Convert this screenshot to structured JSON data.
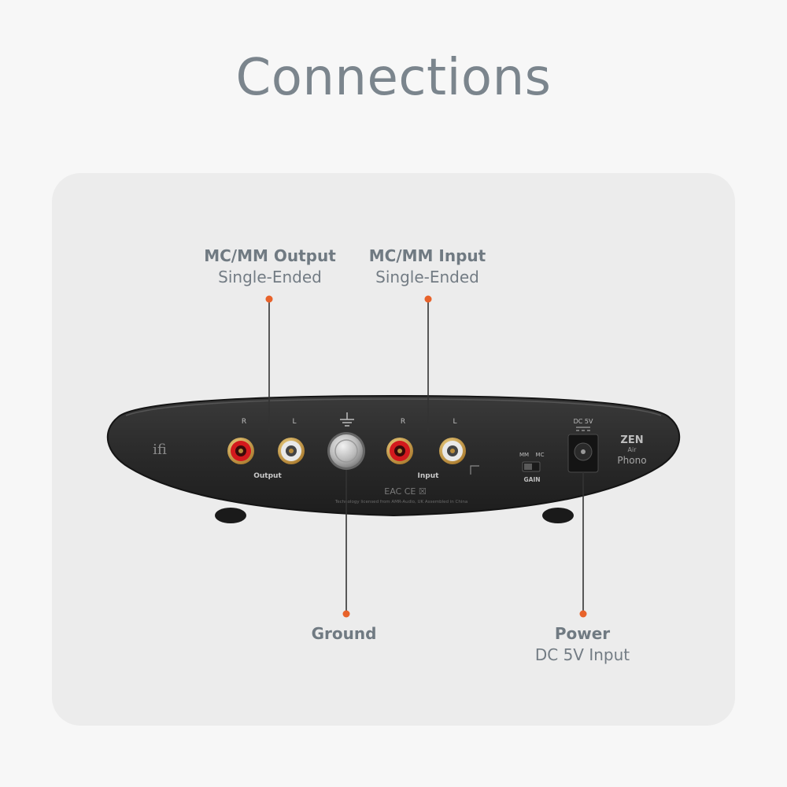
{
  "title": "Connections",
  "callouts": {
    "output": {
      "title": "MC/MM Output",
      "subtitle": "Single-Ended"
    },
    "input": {
      "title": "MC/MM Input",
      "subtitle": "Single-Ended"
    },
    "ground": {
      "title": "Ground"
    },
    "power": {
      "title": "Power",
      "subtitle": "DC 5V Input"
    }
  },
  "device": {
    "brand": "ifi",
    "model_line1": "ZEN",
    "model_line2": "Air",
    "model_line3": "Phono",
    "label_r_output": "R",
    "label_l_output": "L",
    "label_output": "Output",
    "label_r_input": "R",
    "label_l_input": "L",
    "label_input": "Input",
    "label_mm": "MM",
    "label_mc": "MC",
    "label_gain": "GAIN",
    "label_dc": "DC 5V",
    "certs": "EAC CE ☒",
    "fineprint": "Technology licensed from AMR-Audio, UK Assembled in China"
  },
  "colors": {
    "accent_dot": "#e8622a",
    "rca_red": "#d3191d",
    "rca_white": "#e9e9e9",
    "gold": "#c9a24a",
    "body": "#2b2b2b"
  }
}
